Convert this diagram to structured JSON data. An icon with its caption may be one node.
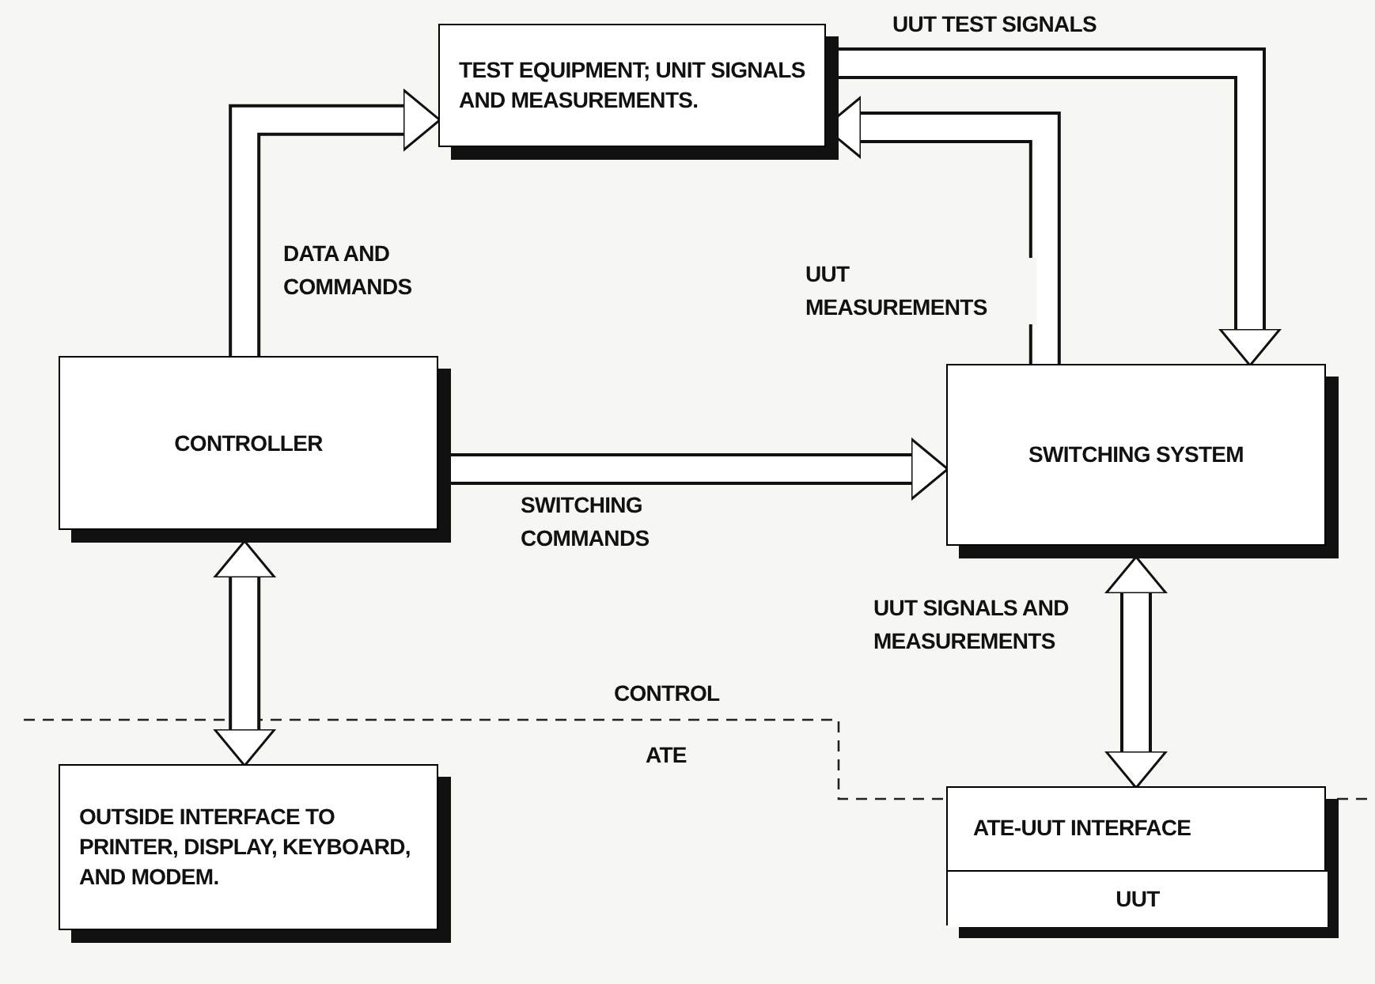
{
  "diagram": {
    "nodes": [
      {
        "text": [
          "TEST EQUIPMENT; UNIT SIGNALS AND MEASUREMENTS."
        ]
      },
      {
        "text": [
          "CONTROLLER"
        ]
      },
      {
        "text": [
          "SWITCHING SYSTEM"
        ]
      },
      {
        "text": [
          "OUTSIDE INTERFACE TO PRINTER, DISPLAY, KEYBOARD, AND MODEM."
        ]
      },
      {
        "text": [
          "ATE-UUT INTERFACE"
        ]
      },
      {
        "text": [
          "UUT"
        ],
        "in": 4
      }
    ],
    "edges": [
      {
        "from": 1,
        "to": 0,
        "arrow": "to",
        "label": "DATA AND COMMANDS"
      },
      {
        "from": 0,
        "to": 2,
        "arrow": "to",
        "label": "UUT TEST SIGNALS"
      },
      {
        "from": 2,
        "to": 0,
        "arrow": "to",
        "label": "UUT MEASUREMENTS"
      },
      {
        "from": 1,
        "to": 2,
        "arrow": "to",
        "label": "SWITCHING COMMANDS"
      },
      {
        "from": 1,
        "to": 3,
        "arrow": "both"
      },
      {
        "from": 2,
        "to": 4,
        "arrow": "both",
        "label": "UUT SIGNALS AND MEASUREMENTS"
      }
    ],
    "labels": [
      "CONTROL",
      "ATE"
    ]
  }
}
